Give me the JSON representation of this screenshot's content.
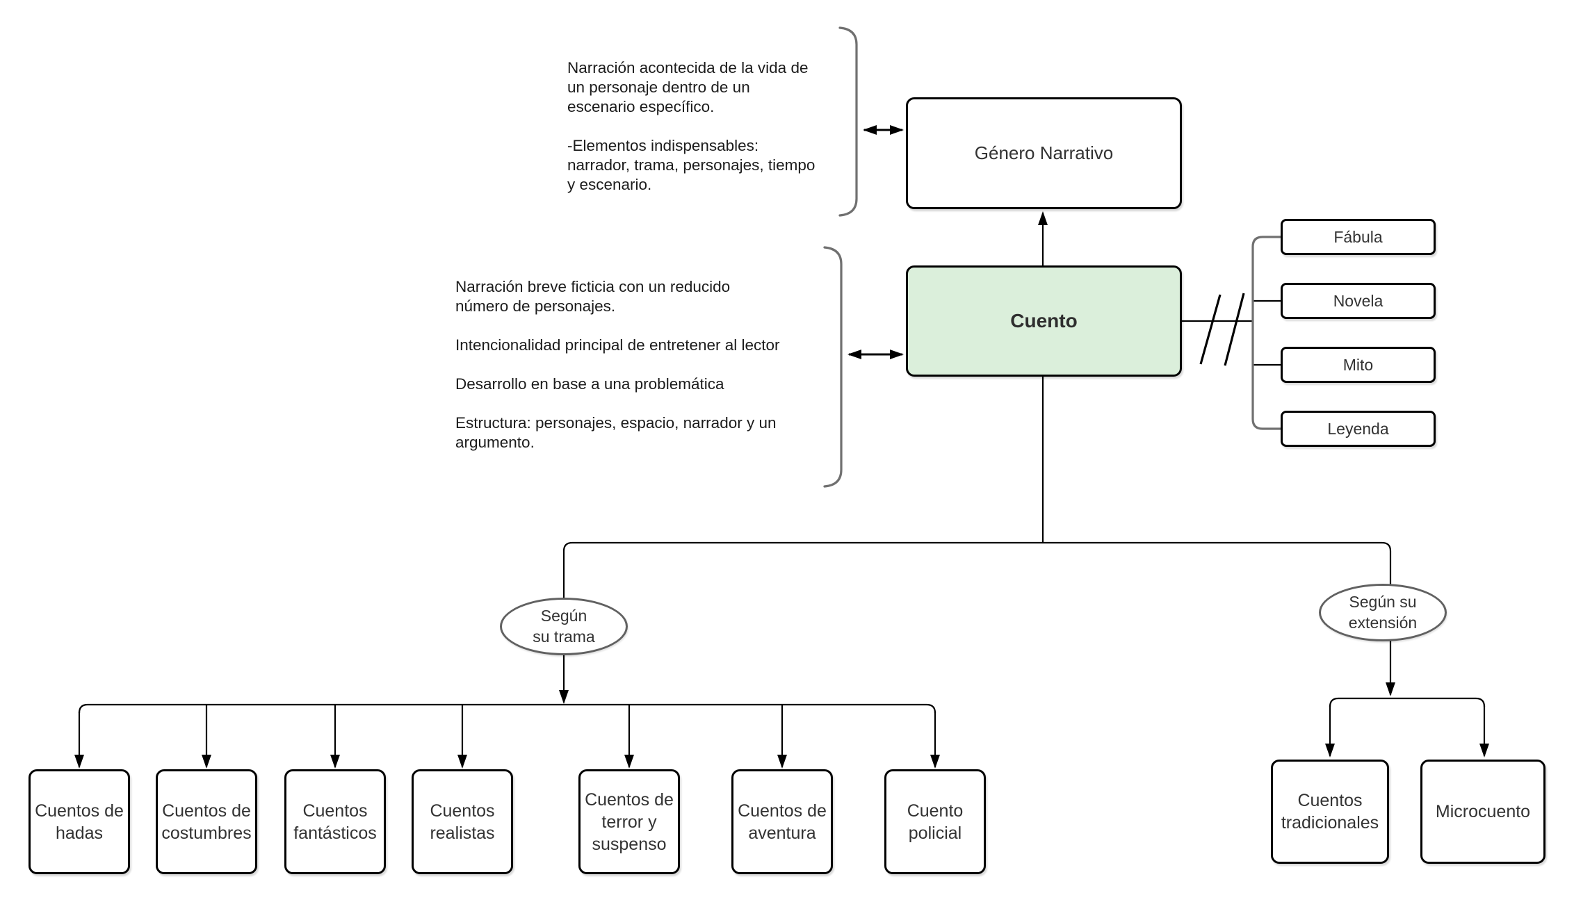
{
  "colors": {
    "cuento_fill": "#dbefdb",
    "line": "#000000",
    "bracket": "#707070",
    "ellipse_stroke": "#616161"
  },
  "nodes": {
    "genero": "Género Narrativo",
    "cuento": "Cuento"
  },
  "notes": {
    "genero_note": "Narración acontecida de la vida de\nun personaje dentro de un\nescenario específico.\n\n-Elementos indispensables:\nnarrador, trama, personajes, tiempo\ny escenario.",
    "cuento_note": "Narración breve ficticia con un reducido\nnúmero de personajes.\n\nIntencionalidad principal de entretener al lector\n\nDesarrollo en base a una problemática\n\nEstructura: personajes, espacio, narrador y un\nargumento."
  },
  "subgenres": {
    "items": [
      {
        "label": "Fábula"
      },
      {
        "label": "Novela"
      },
      {
        "label": "Mito"
      },
      {
        "label": "Leyenda"
      }
    ]
  },
  "categories": {
    "trama": {
      "label": "Según\nsu trama",
      "items": [
        {
          "label": "Cuentos de hadas"
        },
        {
          "label": "Cuentos de costumbres"
        },
        {
          "label": "Cuentos fantásticos"
        },
        {
          "label": "Cuentos realistas"
        },
        {
          "label": "Cuentos de terror y suspenso"
        },
        {
          "label": "Cuentos de aventura"
        },
        {
          "label": "Cuento policial"
        }
      ]
    },
    "extension": {
      "label": "Según su\nextensión",
      "items": [
        {
          "label": "Cuentos tradicionales"
        },
        {
          "label": "Microcuento"
        }
      ]
    }
  }
}
